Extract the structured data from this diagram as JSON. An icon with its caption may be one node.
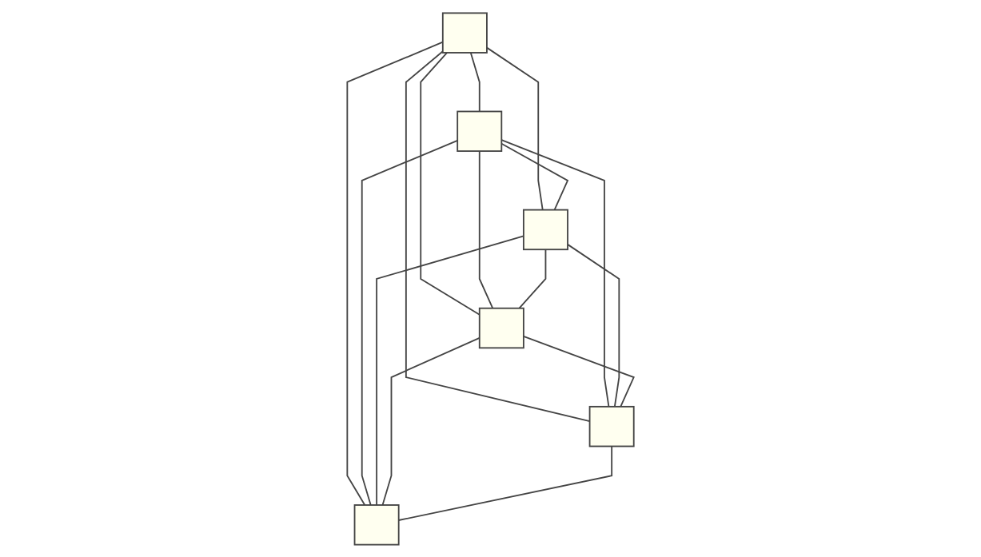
{
  "diagram": {
    "nodes": [
      {
        "text": [],
        "shape": "box"
      },
      {
        "text": [],
        "shape": "box"
      },
      {
        "text": [],
        "shape": "box"
      },
      {
        "text": [],
        "shape": "box"
      },
      {
        "text": [],
        "shape": "box"
      },
      {
        "text": [],
        "shape": "box"
      }
    ],
    "edges": [
      {
        "from": 0,
        "to": 1,
        "arrow": "none"
      },
      {
        "from": 0,
        "to": 2,
        "arrow": "none"
      },
      {
        "from": 0,
        "to": 3,
        "arrow": "none"
      },
      {
        "from": 0,
        "to": 4,
        "arrow": "none"
      },
      {
        "from": 0,
        "to": 5,
        "arrow": "none"
      },
      {
        "from": 1,
        "to": 2,
        "arrow": "none"
      },
      {
        "from": 1,
        "to": 3,
        "arrow": "none"
      },
      {
        "from": 1,
        "to": 4,
        "arrow": "none"
      },
      {
        "from": 1,
        "to": 5,
        "arrow": "none"
      },
      {
        "from": 2,
        "to": 3,
        "arrow": "none"
      },
      {
        "from": 2,
        "to": 4,
        "arrow": "none"
      },
      {
        "from": 2,
        "to": 5,
        "arrow": "none"
      },
      {
        "from": 3,
        "to": 4,
        "arrow": "none"
      },
      {
        "from": 3,
        "to": 5,
        "arrow": "none"
      },
      {
        "from": 4,
        "to": 5,
        "arrow": "none"
      }
    ]
  }
}
